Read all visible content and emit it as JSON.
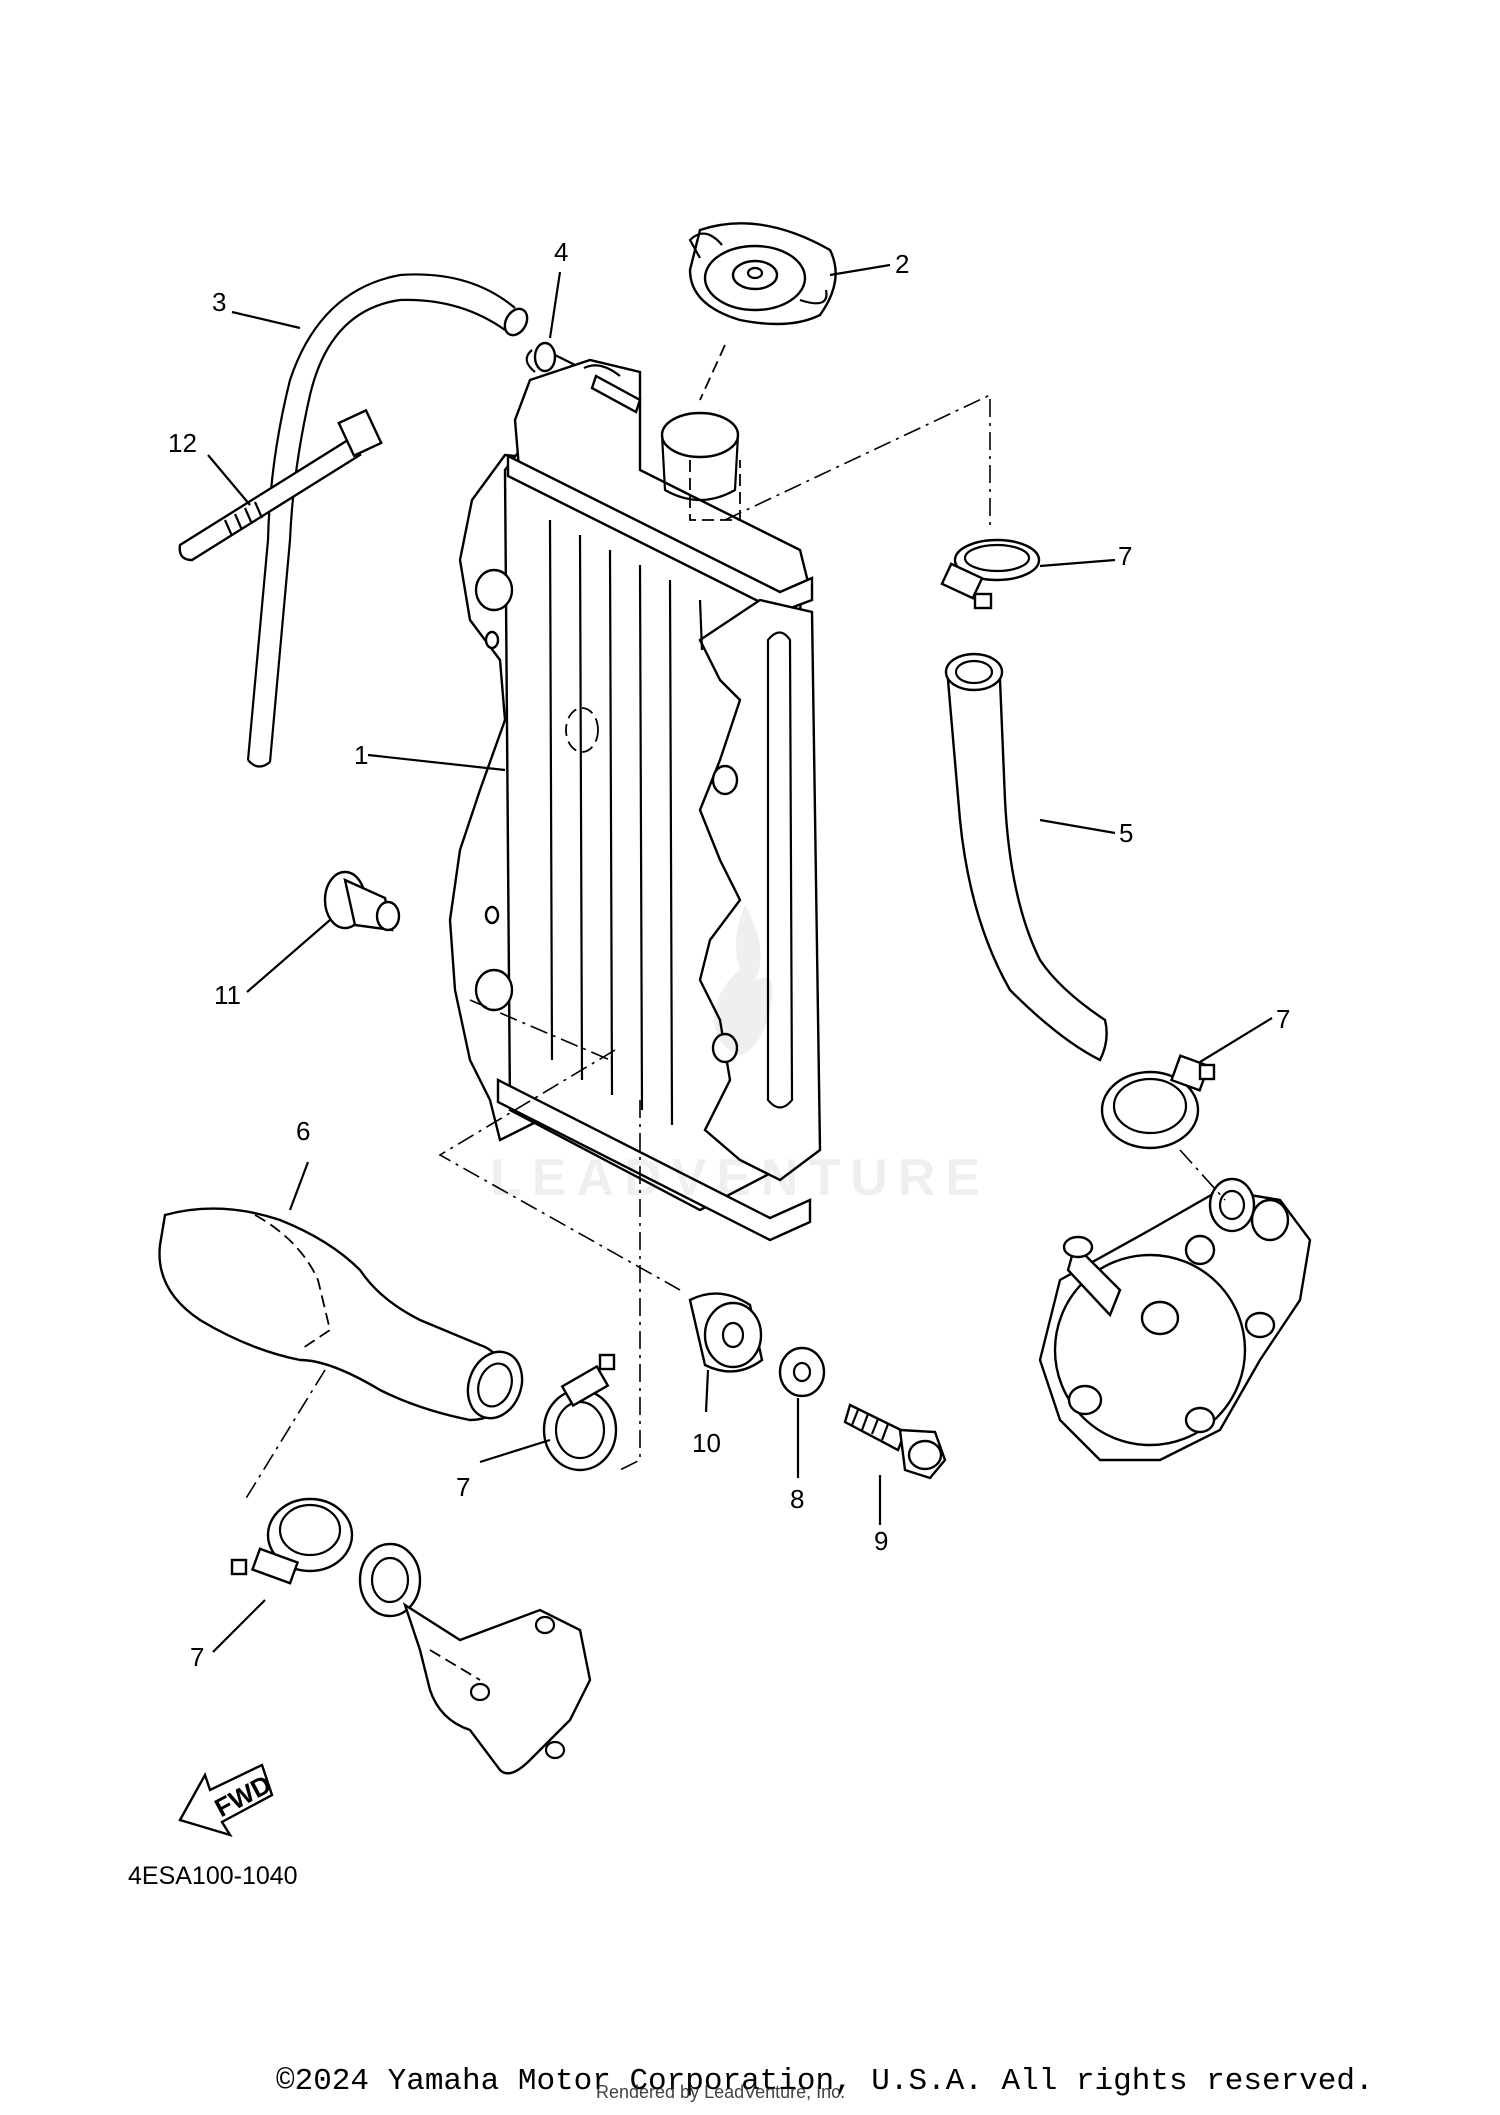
{
  "diagram": {
    "drawing_code": "4ESA100-1040",
    "callouts": [
      "1",
      "2",
      "3",
      "4",
      "5",
      "6",
      "7",
      "8",
      "9",
      "10",
      "11",
      "12"
    ],
    "fwd_label": "FWD"
  },
  "footer": {
    "copyright": "©2024 Yamaha Motor Corporation, U.S.A. All rights reserved.",
    "rendered_by": "Rendered by LeadVenture, Inc."
  },
  "watermark": {
    "text": "LEADVENTURE"
  }
}
